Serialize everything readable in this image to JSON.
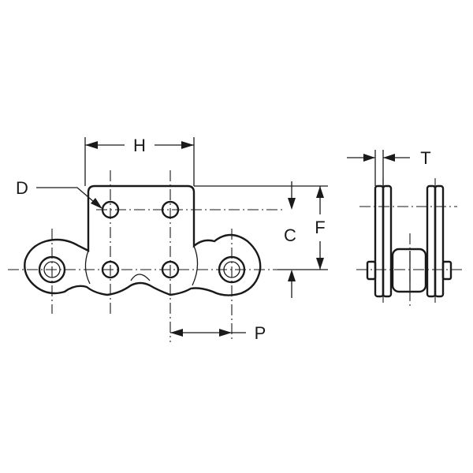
{
  "labels": {
    "H": "H",
    "D": "D",
    "C": "C",
    "F": "F",
    "P": "P",
    "T": "T"
  },
  "colors": {
    "ink": "#1a1a1a",
    "background": "#ffffff"
  }
}
